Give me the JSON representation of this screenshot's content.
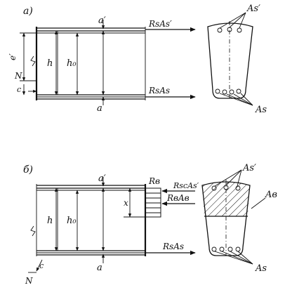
{
  "panel_a": {
    "label": "a)",
    "forces": {
      "top": "R₅Aₛ′",
      "bottom": "RsAs"
    },
    "dims": {
      "a_top": "a′",
      "a_bottom": "a",
      "e": "e′",
      "h": "h",
      "h0": "h₀",
      "c": "c",
      "N": "N"
    },
    "section": {
      "top_steel": "As′",
      "bottom_steel": "As"
    }
  },
  "panel_b": {
    "label": "б)",
    "forces": {
      "rb": "Rв",
      "rsc": "RscAs′",
      "rbab": "RвAв",
      "rsas": "RsAs"
    },
    "dims": {
      "a_top": "a′",
      "a_bottom": "a",
      "x": "x",
      "h": "h",
      "h0": "h₀",
      "c": "c",
      "N": "N"
    },
    "section": {
      "top_steel": "As′",
      "compressed_area": "Aв",
      "bottom_steel": "As"
    }
  }
}
